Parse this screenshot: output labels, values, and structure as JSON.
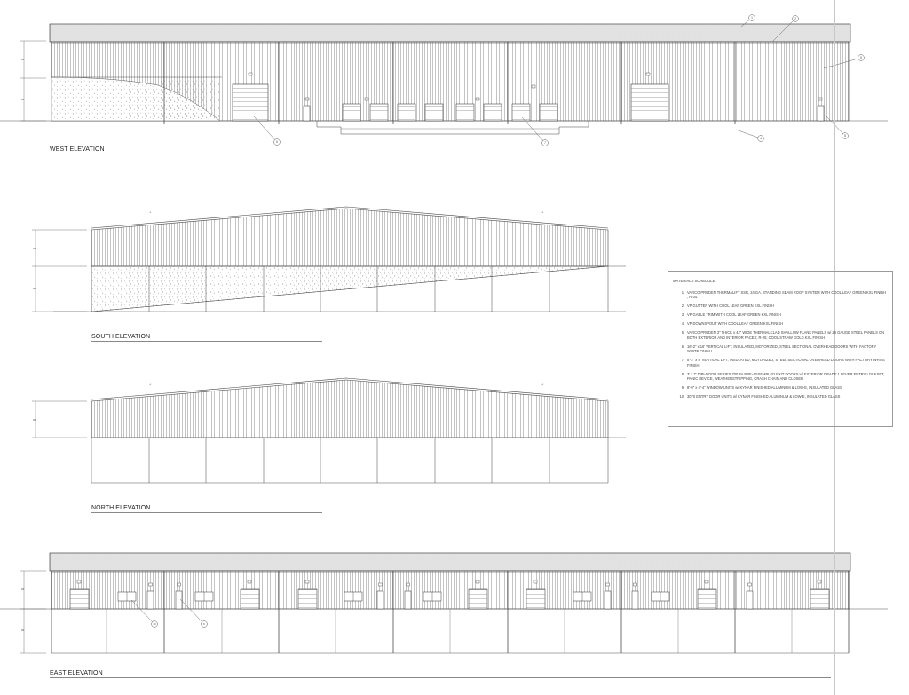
{
  "elevations": {
    "west": {
      "title": "WEST ELEVATION"
    },
    "south": {
      "title": "SOUTH ELEVATION"
    },
    "north": {
      "title": "NORTH ELEVATION"
    },
    "east": {
      "title": "EAST ELEVATION"
    }
  },
  "schedule": {
    "title": "MATERIALS SCHEDULE:",
    "items": [
      {
        "num": "1",
        "text": "VARCO PRUDEN THERMALIFT SSR, 24 GA. STANDING SEAM ROOF SYSTEM WITH COOL LEAF GREEN KXL FINISH ; R-34."
      },
      {
        "num": "2",
        "text": "VP GUTTER WITH COOL LEAF GREEN KXL FINISH"
      },
      {
        "num": "3",
        "text": "VP GABLE TRIM WITH COOL LEAF GREEN KXL FINISH"
      },
      {
        "num": "4",
        "text": "VP DOWNSPOUT WITH COOL LEAF GREEN KXL FINISH"
      },
      {
        "num": "5",
        "text": "VARCO PRUDEN 3\" THICK x 42\" WIDE THERMALCLAD SHALLOW FLANK PANELS w/ 26 GAUGE STEEL PANELS ON BOTH EXTERIOR AND INTERIOR FACES; R-25; COOL STRAW GOLD KXL FINISH"
      },
      {
        "num": "6",
        "text": "16'-2\" x 16' VERTICAL LIFT, INSULATED, MOTORIZED, STEEL SECTIONAL OVERHEAD DOORS WITH FACTORY WHITE FINISH"
      },
      {
        "num": "7",
        "text": "8'-2\" x 8' VERTICAL LIFT, INSULATED, MOTORIZED, STEEL SECTIONAL OVERHEAD DOORS WITH FACTORY WHITE FINISH"
      },
      {
        "num": "8",
        "text": "3' x 7' DIPI-DOOR SERIES 700 FA PRE-ASSEMBLED EXIT DOORS w/ EXTERIOR GRADE 1 LEVER ENTRY LOCKSET, PANIC DEVICE, WEATHERSTRIPPING, CRASH CHAIN AND CLOSER"
      },
      {
        "num": "9",
        "text": "8'-0\" x 4'-4\" WINDOW UNITS w/ KYNAR FINISHED ALUMINUM & LOW-E, INSULATED GLASS"
      },
      {
        "num": "10",
        "text": "3070 ENTRY DOOR UNITS w/ KYNAR FINISHED ALUMINUM & LOW-E, INSULATED GLASS"
      }
    ]
  },
  "callouts": {
    "west": [
      "1",
      "2",
      "5",
      "6",
      "7",
      "4",
      "8"
    ],
    "east": [
      "10",
      "9"
    ]
  },
  "colors": {
    "line": "#555555",
    "hatch": "#9a9a9a",
    "ink": "#222222"
  }
}
